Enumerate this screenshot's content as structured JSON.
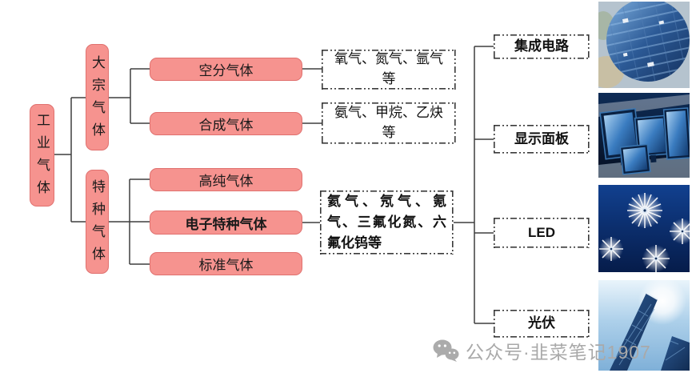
{
  "diagram": {
    "root": {
      "label": "工业气体"
    },
    "branches": {
      "bulk": {
        "label": "大宗气体"
      },
      "specialty": {
        "label": "特种气体"
      }
    },
    "categories": {
      "air_separation": {
        "label": "空分气体",
        "desc": "氧气、氮气、氩气等"
      },
      "synthetic": {
        "label": "合成气体",
        "desc": "氨气、甲烷、乙炔等"
      },
      "high_purity": {
        "label": "高纯气体"
      },
      "electronic_specialty": {
        "label": "电子特种气体",
        "desc": "氦气、氖气、氪气、三氟化氮、六氟化钨等"
      },
      "standard": {
        "label": "标准气体"
      }
    },
    "applications": {
      "ic": {
        "label": "集成电路"
      },
      "display": {
        "label": "显示面板"
      },
      "led": {
        "label": "LED"
      },
      "pv": {
        "label": "光伏"
      }
    },
    "images": {
      "wafer": "silicon-wafer-photo",
      "display": "display-panels-photo",
      "led": "led-lights-photo",
      "solar": "solar-panels-photo"
    }
  },
  "watermark": {
    "icon": "wechat-icon",
    "text": "公众号·韭菜笔记1907"
  },
  "colors": {
    "node_fill": "#f6938f",
    "node_border": "#e0716f",
    "connector": "#3f3f3f",
    "dashed_border": "#383838",
    "watermark_gray": "#a9a9a9"
  }
}
